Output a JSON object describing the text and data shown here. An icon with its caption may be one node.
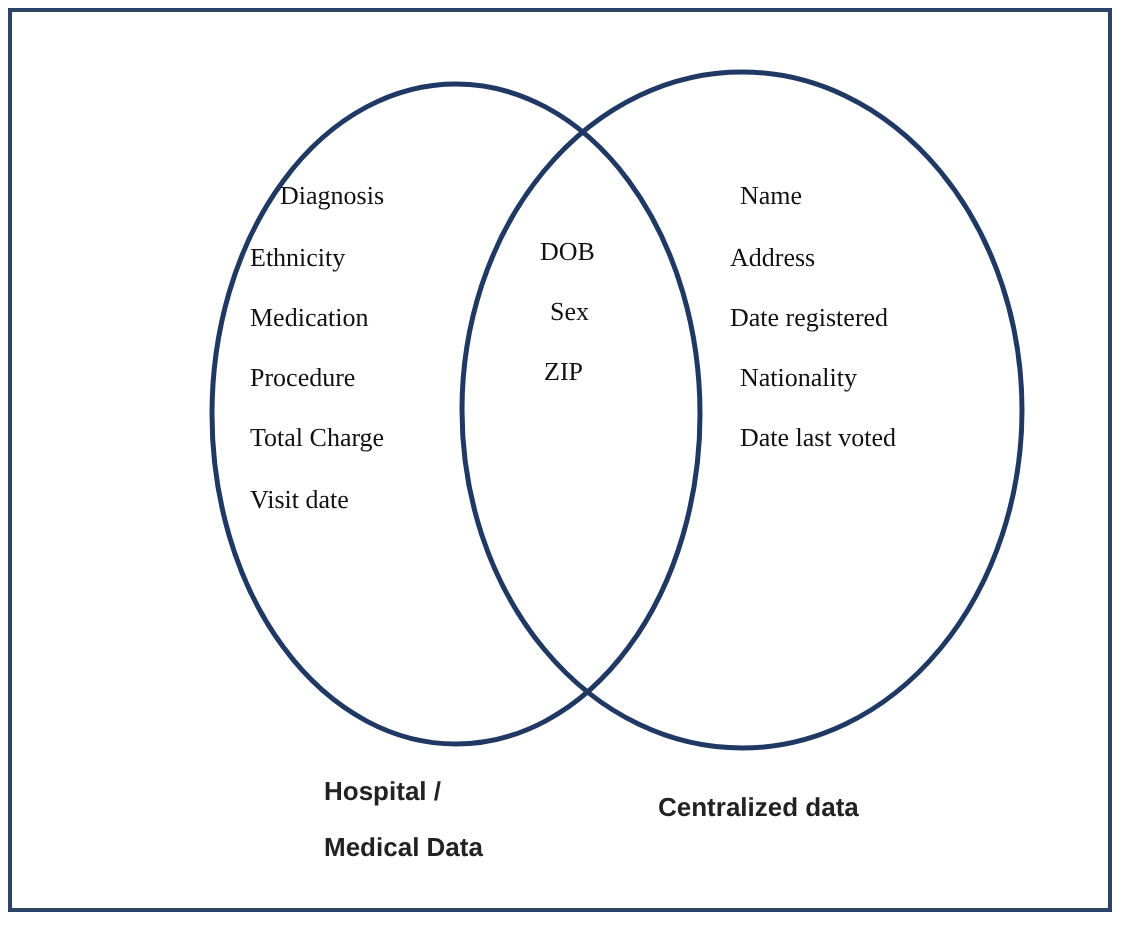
{
  "diagram": {
    "nodes": [
      {
        "text": [
          "Diagnosis",
          "Ethnicity",
          "Medication",
          "Procedure",
          "Total Charge",
          "Visit date",
          "Hospital / Medical Data"
        ]
      },
      {
        "text": [
          "Name",
          "Address",
          "Date registered",
          "Nationality",
          "Date last voted",
          "Centralized data"
        ]
      }
    ],
    "labels": [
      "DOB",
      "Sex",
      "ZIP"
    ]
  }
}
